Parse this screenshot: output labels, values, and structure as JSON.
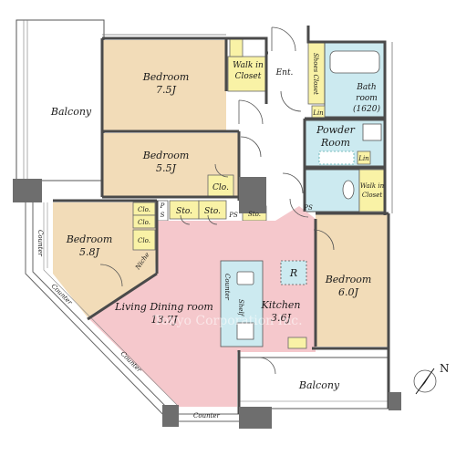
{
  "rooms": {
    "bedroom_7_5": {
      "label": "Bedroom",
      "area": "7.5J"
    },
    "walk_in_closet_1": {
      "line1": "Walk in",
      "line2": "Closet"
    },
    "entrance": {
      "label": "Ent."
    },
    "shoes_closet": {
      "label": "Shoes Closet"
    },
    "bath_room": {
      "line1": "Bath",
      "line2": "room",
      "line3": "(1620)"
    },
    "balcony_west": {
      "label": "Balcony"
    },
    "powder_room": {
      "line1": "Powder",
      "line2": "Room"
    },
    "bedroom_5_5": {
      "label": "Bedroom",
      "area": "5.5J"
    },
    "walk_in_closet_2": {
      "line1": "Walk in",
      "line2": "Closet"
    },
    "bedroom_5_8": {
      "label": "Bedroom",
      "area": "5.8J"
    },
    "living_dining": {
      "label": "Living Dining room",
      "area": "13.7J"
    },
    "kitchen": {
      "label": "Kitchen",
      "area": "3.6J"
    },
    "bedroom_6_0": {
      "label": "Bedroom",
      "area": "6.0J"
    },
    "balcony_south": {
      "label": "Balcony"
    }
  },
  "labels": {
    "clo": "Clo.",
    "sto": "Sto.",
    "ps": "PS",
    "p": "P",
    "s": "S",
    "lin": "Lin",
    "niche": "Niche",
    "counter": "Counter",
    "shelf": "Shelf",
    "refrigerator": "R",
    "north": "N",
    "watermark": "Tokyo Corporation Inc."
  },
  "colors": {
    "bedroom": "#f2dcb8",
    "living": "#f5c8cc",
    "wet_area": "#cceaf0",
    "closet": "#f9f2a6",
    "balcony": "#ffffff",
    "wall": "#4a4a4a"
  }
}
